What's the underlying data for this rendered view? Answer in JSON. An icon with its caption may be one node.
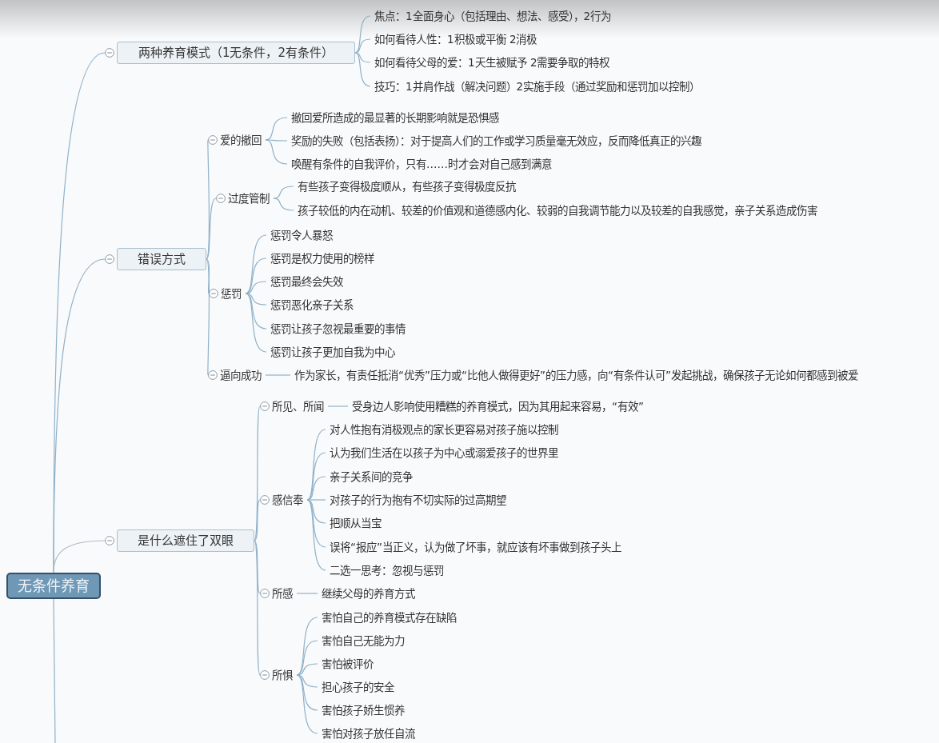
{
  "diagram": {
    "nodes": [
      {
        "text": [
          "无条件养育"
        ]
      },
      {
        "text": [
          "两种养育模式（1无条件，2有条件）"
        ]
      },
      {
        "text": [
          "焦点：1全面身心（包括理由、想法、感受），2行为"
        ]
      },
      {
        "text": [
          "如何看待人性：1积极或平衡 2消极"
        ]
      },
      {
        "text": [
          "如何看待父母的爱：1天生被赋予 2需要争取的特权"
        ]
      },
      {
        "text": [
          "技巧：1并肩作战（解决问题）2实施手段（通过奖励和惩罚加以控制）"
        ]
      },
      {
        "text": [
          "错误方式"
        ]
      },
      {
        "text": [
          "爱的撤回"
        ]
      },
      {
        "text": [
          "撤回爱所造成的最显著的长期影响就是恐惧感"
        ]
      },
      {
        "text": [
          "奖励的失败（包括表扬）：对于提高人们的工作或学习质量毫无效应，反而降低真正的兴趣"
        ]
      },
      {
        "text": [
          "唤醒有条件的自我评价，只有……时才会对自己感到满意"
        ]
      },
      {
        "text": [
          "过度管制"
        ]
      },
      {
        "text": [
          "有些孩子变得极度顺从，有些孩子变得极度反抗"
        ]
      },
      {
        "text": [
          "孩子较低的内在动机、较差的价值观和道德感内化、较弱的自我调节能力以及较差的自我感觉，亲子关系造成伤害"
        ]
      },
      {
        "text": [
          "惩罚"
        ]
      },
      {
        "text": [
          "惩罚令人暴怒"
        ]
      },
      {
        "text": [
          "惩罚是权力使用的榜样"
        ]
      },
      {
        "text": [
          "惩罚最终会失效"
        ]
      },
      {
        "text": [
          "惩罚恶化亲子关系"
        ]
      },
      {
        "text": [
          "惩罚让孩子忽视最重要的事情"
        ]
      },
      {
        "text": [
          "惩罚让孩子更加自我为中心"
        ]
      },
      {
        "text": [
          "逼向成功"
        ]
      },
      {
        "text": [
          "作为家长，有责任抵消“优秀”压力或“比他人做得更好”的压力感，向“有条件认可”发起挑战，确保孩子无论如何都感到被爱"
        ]
      },
      {
        "text": [
          "是什么遮住了双眼"
        ]
      },
      {
        "text": [
          "所见、所闻"
        ]
      },
      {
        "text": [
          "受身边人影响使用糟糕的养育模式，因为其用起来容易，“有效”"
        ]
      },
      {
        "text": [
          "感信奉"
        ]
      },
      {
        "text": [
          "对人性抱有消极观点的家长更容易对孩子施以控制"
        ]
      },
      {
        "text": [
          "认为我们生活在以孩子为中心或溺爱孩子的世界里"
        ]
      },
      {
        "text": [
          "亲子关系间的竞争"
        ]
      },
      {
        "text": [
          "对孩子的行为抱有不切实际的过高期望"
        ]
      },
      {
        "text": [
          "把顺从当宝"
        ]
      },
      {
        "text": [
          "误将“报应”当正义，认为做了坏事，就应该有坏事做到孩子头上"
        ]
      },
      {
        "text": [
          "二选一思考：忽视与惩罚"
        ]
      },
      {
        "text": [
          "所感"
        ]
      },
      {
        "text": [
          "继续父母的养育方式"
        ]
      },
      {
        "text": [
          "所惧"
        ]
      },
      {
        "text": [
          "害怕自己的养育模式存在缺陷"
        ]
      },
      {
        "text": [
          "害怕自己无能为力"
        ]
      },
      {
        "text": [
          "害怕被评价"
        ]
      },
      {
        "text": [
          "担心孩子的安全"
        ]
      },
      {
        "text": [
          "害怕孩子娇生惯养"
        ]
      },
      {
        "text": [
          "害怕对孩子放任自流"
        ]
      }
    ],
    "edges": [
      {
        "from": 0,
        "to": 1,
        "arrow": "none"
      },
      {
        "from": 1,
        "to": 2,
        "arrow": "none"
      },
      {
        "from": 1,
        "to": 3,
        "arrow": "none"
      },
      {
        "from": 1,
        "to": 4,
        "arrow": "none"
      },
      {
        "from": 1,
        "to": 5,
        "arrow": "none"
      },
      {
        "from": 0,
        "to": 6,
        "arrow": "none"
      },
      {
        "from": 6,
        "to": 7,
        "arrow": "none"
      },
      {
        "from": 7,
        "to": 8,
        "arrow": "none"
      },
      {
        "from": 7,
        "to": 9,
        "arrow": "none"
      },
      {
        "from": 7,
        "to": 10,
        "arrow": "none"
      },
      {
        "from": 6,
        "to": 11,
        "arrow": "none"
      },
      {
        "from": 11,
        "to": 12,
        "arrow": "none"
      },
      {
        "from": 11,
        "to": 13,
        "arrow": "none"
      },
      {
        "from": 6,
        "to": 14,
        "arrow": "none"
      },
      {
        "from": 14,
        "to": 15,
        "arrow": "none"
      },
      {
        "from": 14,
        "to": 16,
        "arrow": "none"
      },
      {
        "from": 14,
        "to": 17,
        "arrow": "none"
      },
      {
        "from": 14,
        "to": 18,
        "arrow": "none"
      },
      {
        "from": 14,
        "to": 19,
        "arrow": "none"
      },
      {
        "from": 14,
        "to": 20,
        "arrow": "none"
      },
      {
        "from": 6,
        "to": 21,
        "arrow": "none"
      },
      {
        "from": 21,
        "to": 22,
        "arrow": "none"
      },
      {
        "from": 0,
        "to": 23,
        "arrow": "none",
        "color": "#b4bcc3"
      },
      {
        "from": 23,
        "to": 24,
        "arrow": "none"
      },
      {
        "from": 24,
        "to": 25,
        "arrow": "none"
      },
      {
        "from": 23,
        "to": 26,
        "arrow": "none"
      },
      {
        "from": 26,
        "to": 27,
        "arrow": "none"
      },
      {
        "from": 26,
        "to": 28,
        "arrow": "none"
      },
      {
        "from": 26,
        "to": 29,
        "arrow": "none"
      },
      {
        "from": 26,
        "to": 30,
        "arrow": "none"
      },
      {
        "from": 26,
        "to": 31,
        "arrow": "none"
      },
      {
        "from": 26,
        "to": 32,
        "arrow": "none"
      },
      {
        "from": 26,
        "to": 33,
        "arrow": "none"
      },
      {
        "from": 23,
        "to": 34,
        "arrow": "none"
      },
      {
        "from": 34,
        "to": 35,
        "arrow": "none"
      },
      {
        "from": 23,
        "to": 36,
        "arrow": "none"
      },
      {
        "from": 36,
        "to": 37,
        "arrow": "none"
      },
      {
        "from": 36,
        "to": 38,
        "arrow": "none"
      },
      {
        "from": 36,
        "to": 39,
        "arrow": "none"
      },
      {
        "from": 36,
        "to": 40,
        "arrow": "none"
      },
      {
        "from": 36,
        "to": 41,
        "arrow": "none"
      },
      {
        "from": 36,
        "to": 42,
        "arrow": "none"
      },
      {
        "from": 0,
        "to": null,
        "arrow": "none"
      }
    ]
  }
}
